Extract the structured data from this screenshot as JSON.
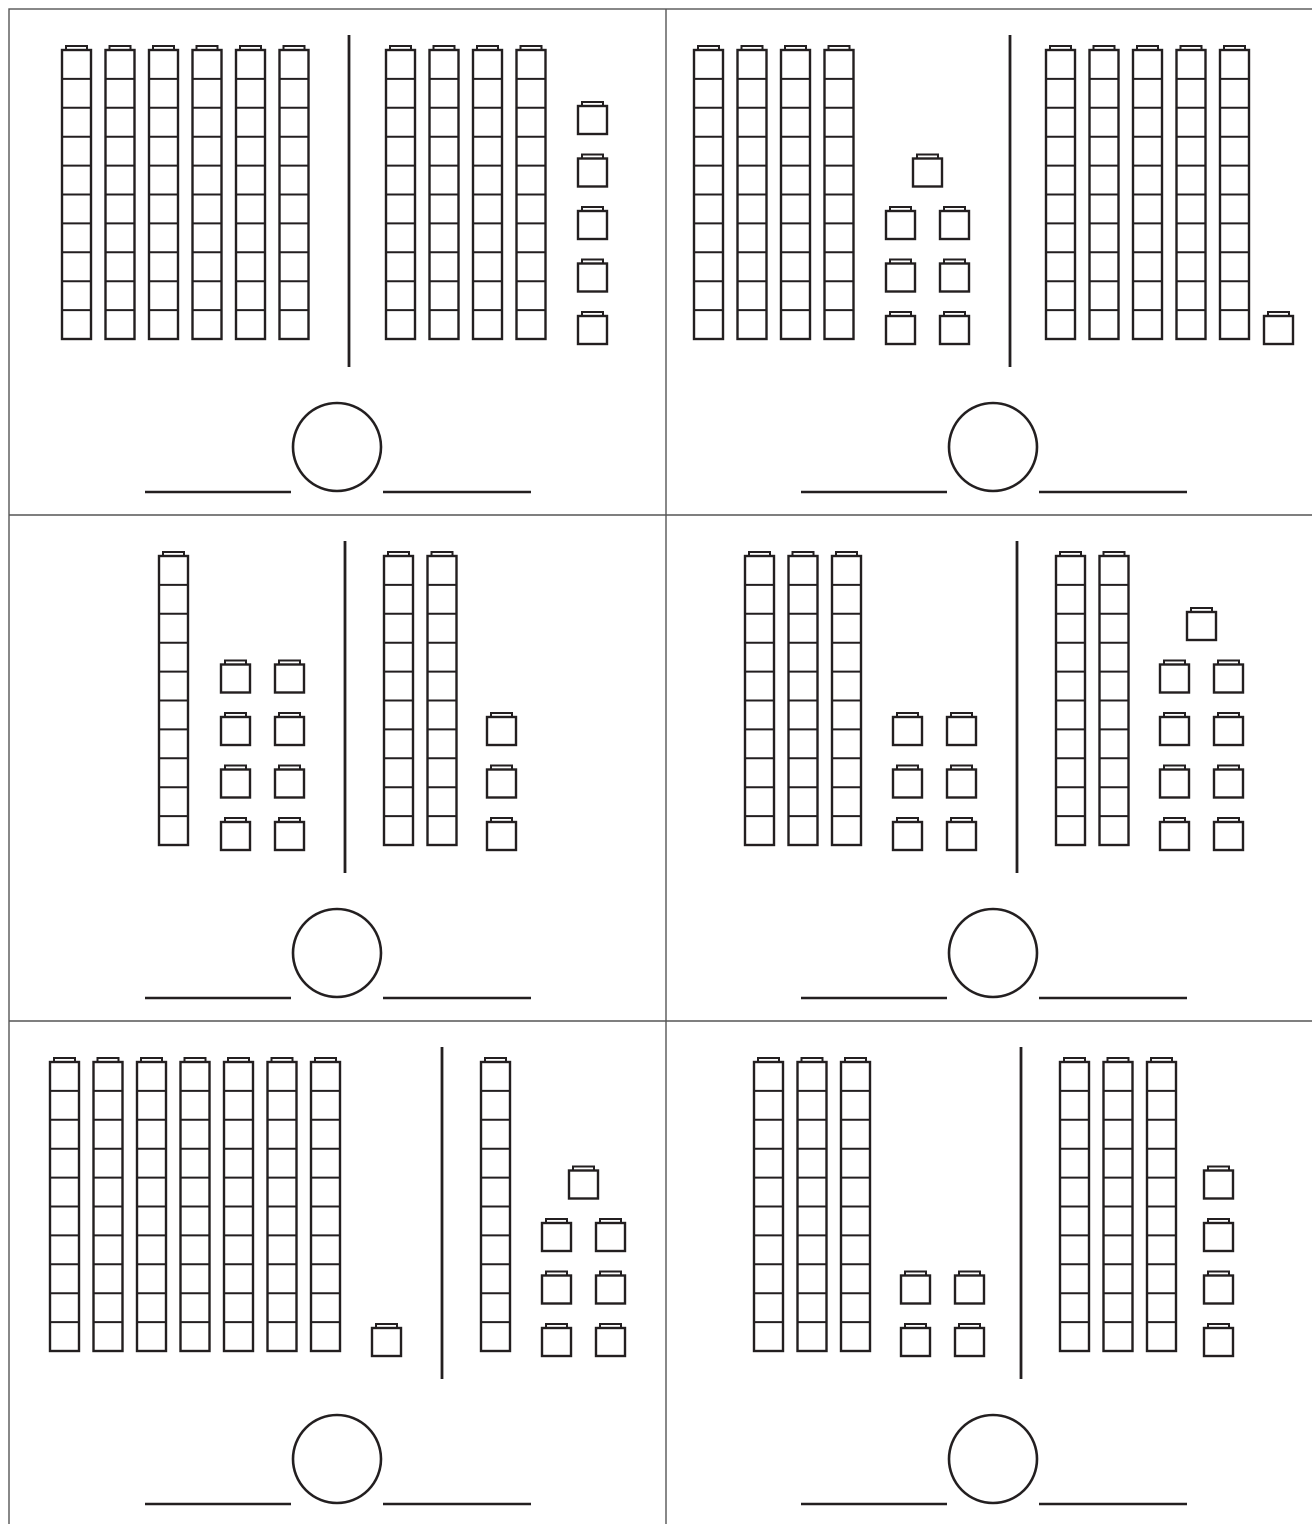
{
  "worksheet": {
    "problems": [
      {
        "left": {
          "tens": 6,
          "ones": 0,
          "ones_arrangement": "column"
        },
        "right": {
          "tens": 4,
          "ones": 5,
          "ones_arrangement": "column"
        }
      },
      {
        "left": {
          "tens": 4,
          "ones": 7,
          "ones_arrangement": "pairs"
        },
        "right": {
          "tens": 5,
          "ones": 1,
          "ones_arrangement": "column"
        }
      },
      {
        "left": {
          "tens": 1,
          "ones": 8,
          "ones_arrangement": "pairs"
        },
        "right": {
          "tens": 2,
          "ones": 3,
          "ones_arrangement": "column"
        }
      },
      {
        "left": {
          "tens": 3,
          "ones": 6,
          "ones_arrangement": "pairs"
        },
        "right": {
          "tens": 2,
          "ones": 9,
          "ones_arrangement": "pairs"
        }
      },
      {
        "left": {
          "tens": 7,
          "ones": 1,
          "ones_arrangement": "column"
        },
        "right": {
          "tens": 1,
          "ones": 7,
          "ones_arrangement": "pairs"
        }
      },
      {
        "left": {
          "tens": 3,
          "ones": 4,
          "ones_arrangement": "pairs"
        },
        "right": {
          "tens": 3,
          "ones": 4,
          "ones_arrangement": "column"
        }
      }
    ],
    "answer_blank": {
      "left_line": "",
      "comparison_symbol": "",
      "right_line": ""
    }
  }
}
